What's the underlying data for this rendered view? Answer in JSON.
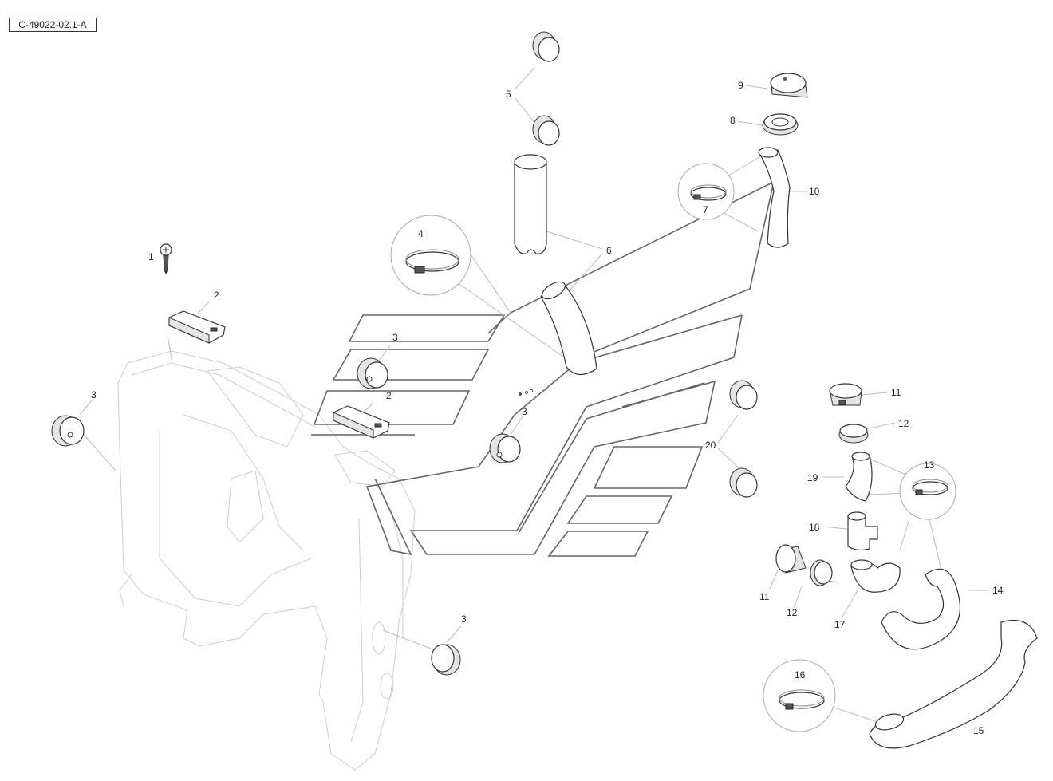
{
  "reference": "C-49022-02.1-A",
  "callouts": {
    "c1": "1",
    "c2a": "2",
    "c2b": "2",
    "c3a": "3",
    "c3b": "3",
    "c3c": "3",
    "c3d": "3",
    "c4": "4",
    "c5": "5",
    "c6": "6",
    "c7": "7",
    "c8": "8",
    "c9": "9",
    "c10": "10",
    "c11a": "11",
    "c11b": "11",
    "c12a": "12",
    "c12b": "12",
    "c13": "13",
    "c14": "14",
    "c15": "15",
    "c16": "16",
    "c17": "17",
    "c18": "18",
    "c19": "19",
    "c20": "20"
  }
}
